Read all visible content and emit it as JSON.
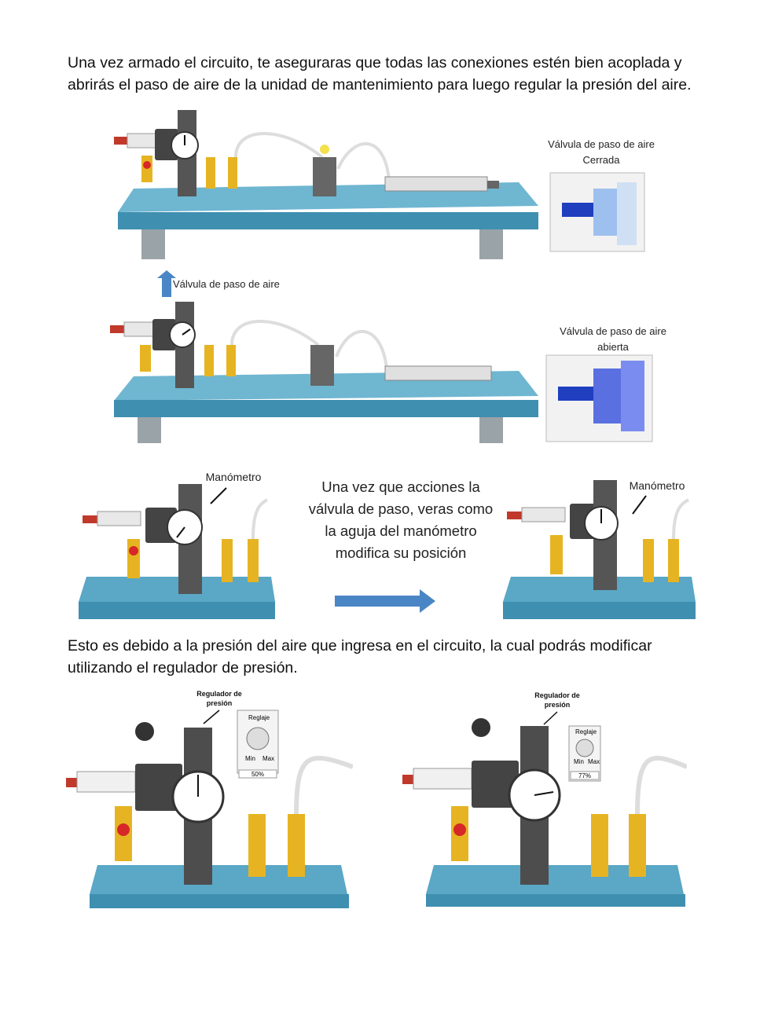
{
  "paragraph1": "Una vez armado el circuito, te aseguraras que todas las conexiones estén bien acoplada y abrirás el paso de aire de la unidad de mantenimiento para luego regular la presión del aire.",
  "figure1": {
    "label_line1": "Válvula de paso de aire",
    "label_line2": "Cerrada"
  },
  "figure2": {
    "arrow_label": "Válvula de paso de aire",
    "label_line1": "Válvula de paso de aire",
    "label_line2": "abierta"
  },
  "figure3": {
    "left_label": "Manómetro",
    "right_label": "Manómetro",
    "caption": "Una vez que acciones la válvula de paso, veras como la aguja del manómetro modifica su posición"
  },
  "paragraph2": "Esto es debido a la presión del aire que ingresa en el circuito, la cual podrás modificar utilizando el regulador de presión.",
  "figure4": {
    "left": {
      "title_line1": "Regulador de",
      "title_line2": "presión",
      "panel_title": "Reglaje",
      "min": "Min",
      "max": "Max",
      "value": "50%"
    },
    "right": {
      "title_line1": "Regulador de",
      "title_line2": "presión",
      "panel_title": "Reglaje",
      "min": "Min",
      "max": "Max",
      "value": "77%"
    }
  },
  "colors": {
    "table": "#3f8fb0",
    "table_top": "#5aa7c6",
    "brass": "#e6b422",
    "dark": "#3a3a3a",
    "arrow": "#4a86c5"
  }
}
